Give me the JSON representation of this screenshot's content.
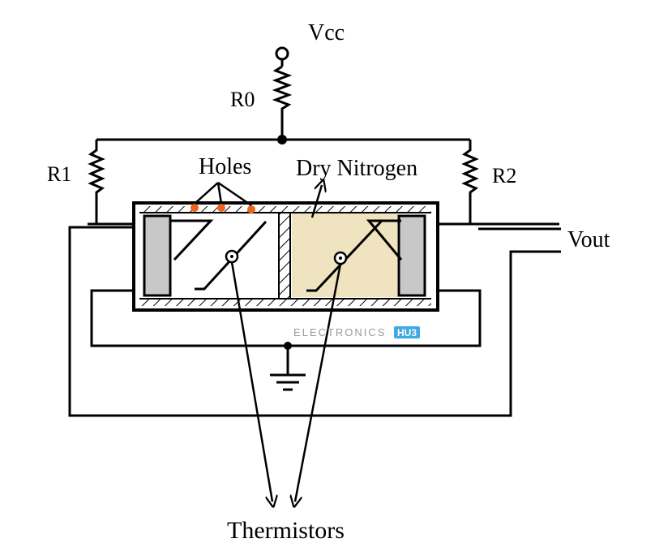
{
  "labels": {
    "vcc": "Vcc",
    "r0": "R0",
    "r1": "R1",
    "r2": "R2",
    "holes": "Holes",
    "dry_nitrogen": "Dry Nitrogen",
    "vout": "Vout",
    "thermistors": "Thermistors"
  },
  "watermark": {
    "text": "ELECTRONICS",
    "badge": "HU3"
  },
  "colors": {
    "line": "#000000",
    "hole_dot": "#e8651d",
    "nitrogen_fill": "#f0e3bf",
    "end_cap": "#c8c8c8",
    "watermark_text": "#9a9a9a",
    "watermark_badge": "#3fa9e0"
  }
}
